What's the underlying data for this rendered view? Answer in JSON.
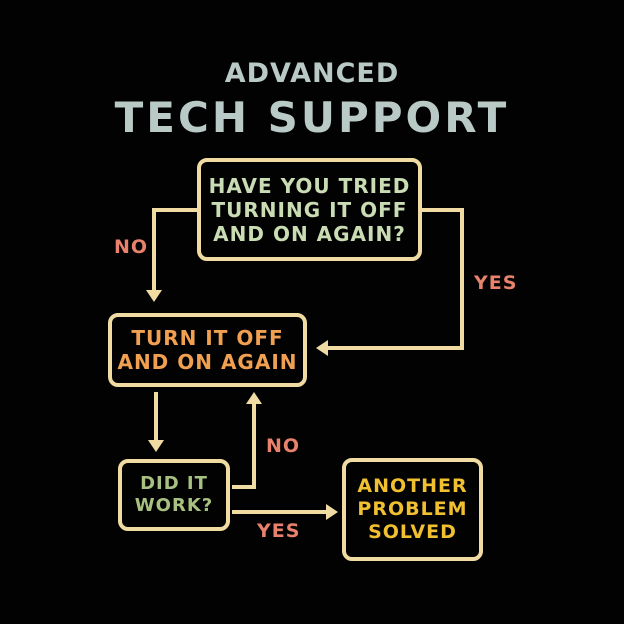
{
  "title": {
    "line1": "ADVANCED",
    "line2": "TECH SUPPORT"
  },
  "nodes": {
    "question": "HAVE YOU TRIED\nTURNING IT OFF\nAND ON AGAIN?",
    "action": "TURN IT OFF\nAND ON AGAIN",
    "check": "DID IT\nWORK?",
    "result": "ANOTHER\nPROBLEM\nSOLVED"
  },
  "edges": {
    "q_no": "NO",
    "q_yes": "YES",
    "check_no": "NO",
    "check_yes": "YES"
  },
  "colors": {
    "border": "#f0dca2",
    "question": "#c9dcb4",
    "action": "#f0a050",
    "check": "#a8c080",
    "result": "#f0c030",
    "labels": "#e8826c"
  }
}
